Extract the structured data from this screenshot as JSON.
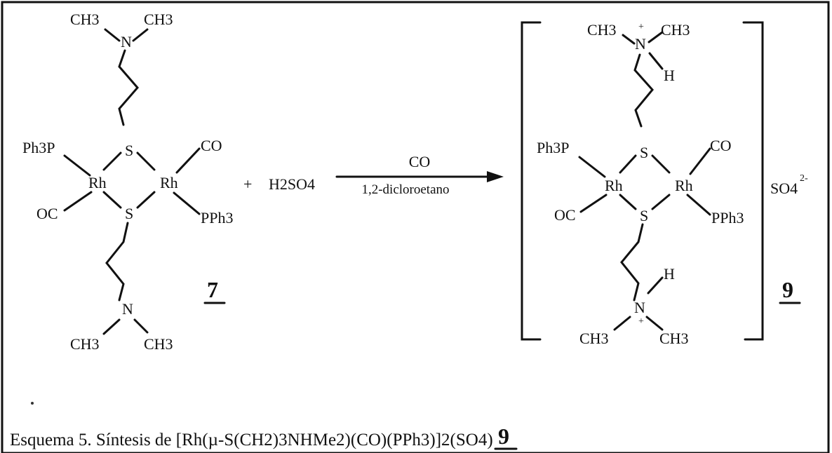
{
  "reactant": {
    "top_ch3_left": "CH3",
    "top_n": "N",
    "top_ch3_right": "CH3",
    "bot_n": "N",
    "bot_ch3_left": "CH3",
    "bot_ch3_right": "CH3",
    "s_top": "S",
    "s_bot": "S",
    "rh_left": "Rh",
    "rh_right": "Rh",
    "ph3p": "Ph3P",
    "co_right": "CO",
    "oc_left": "OC",
    "pph3": "PPh3",
    "number": "7"
  },
  "plus": "+",
  "acid": "H2SO4",
  "arrow": {
    "above": "CO",
    "below": "1,2-dicloroetano"
  },
  "product": {
    "top_ch3_left": "CH3",
    "top_plus": "+",
    "top_n": "N",
    "top_ch3_right": "CH3",
    "top_h": "H",
    "bot_h": "H",
    "bot_n": "N",
    "bot_plus": "+",
    "bot_ch3_left": "CH3",
    "bot_ch3_right": "CH3",
    "s_top": "S",
    "s_bot": "S",
    "rh_left": "Rh",
    "rh_right": "Rh",
    "ph3p": "Ph3P",
    "co_right": "CO",
    "oc_left": "OC",
    "pph3": "PPh3",
    "counterion": "SO4",
    "charge": "2-",
    "number": "9"
  },
  "caption": {
    "text": "Esquema 5.  Síntesis de [Rh(µ-S(CH2)3NHMe2)(CO)(PPh3)]2(SO4)",
    "number": "9"
  }
}
